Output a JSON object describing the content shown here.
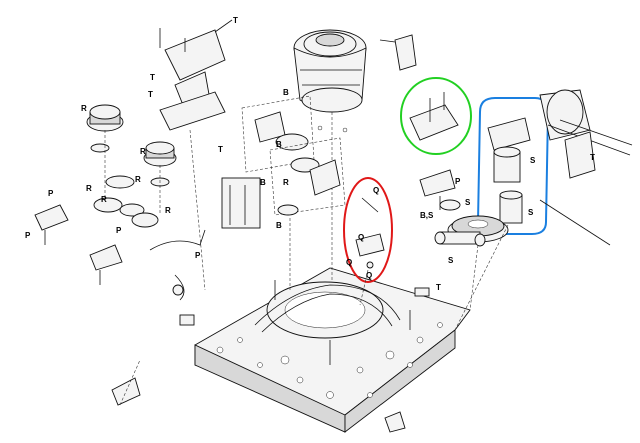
{
  "labels": [
    {
      "id": "t1",
      "text": "T"
    },
    {
      "id": "t2",
      "text": "T"
    },
    {
      "id": "t3",
      "text": "T"
    },
    {
      "id": "t4",
      "text": "T"
    },
    {
      "id": "t5",
      "text": "T"
    },
    {
      "id": "r1",
      "text": "R"
    },
    {
      "id": "r2",
      "text": "R"
    },
    {
      "id": "r3",
      "text": "R"
    },
    {
      "id": "r4",
      "text": "R"
    },
    {
      "id": "r5",
      "text": "R"
    },
    {
      "id": "r6",
      "text": "R"
    },
    {
      "id": "r7",
      "text": "R"
    },
    {
      "id": "p1",
      "text": "P"
    },
    {
      "id": "p2",
      "text": "P"
    },
    {
      "id": "p3",
      "text": "P"
    },
    {
      "id": "p4",
      "text": "P"
    },
    {
      "id": "p5",
      "text": "P"
    },
    {
      "id": "b1",
      "text": "B"
    },
    {
      "id": "b2",
      "text": "B"
    },
    {
      "id": "b3",
      "text": "B"
    },
    {
      "id": "b4",
      "text": "B"
    },
    {
      "id": "bs1",
      "text": "B,S"
    },
    {
      "id": "s1",
      "text": "S"
    },
    {
      "id": "s2",
      "text": "S"
    },
    {
      "id": "s3",
      "text": "S"
    },
    {
      "id": "s4",
      "text": "S"
    },
    {
      "id": "q1",
      "text": "Q"
    },
    {
      "id": "q2",
      "text": "Q"
    },
    {
      "id": "q3",
      "text": "Q"
    },
    {
      "id": "q4",
      "text": "Q"
    }
  ],
  "highlights": {
    "red": "#e01818",
    "green": "#22d022",
    "blue": "#1a7fe0"
  }
}
